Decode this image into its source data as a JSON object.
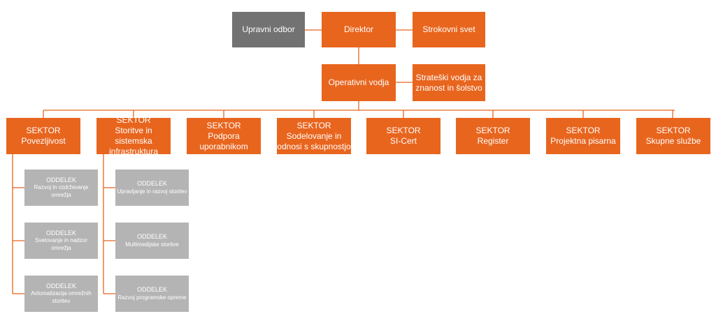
{
  "colors": {
    "orange": "#E8651E",
    "dark_grey": "#727272",
    "light_grey": "#B4B4B4",
    "connector": "#E8651E"
  },
  "top": {
    "upravni_odbor": "Upravni odbor",
    "direktor": "Direktor",
    "strokovni_svet": "Strokovni svet"
  },
  "second": {
    "operativni_vodja": "Operativni vodja",
    "strateski_vodja_line1": "Strateški vodja za",
    "strateski_vodja_line2": "znanost in šolstvo"
  },
  "sectors": [
    {
      "kicker": "SEKTOR",
      "line1": "Povezljivost",
      "line2": ""
    },
    {
      "kicker": "SEKTOR",
      "line1": "Storitve in sistemska",
      "line2": "infrastruktura"
    },
    {
      "kicker": "SEKTOR",
      "line1": "Podpora",
      "line2": "uporabnikom"
    },
    {
      "kicker": "SEKTOR",
      "line1": "Sodelovanje in",
      "line2": "odnosi s skupnostjo"
    },
    {
      "kicker": "SEKTOR",
      "line1": "SI-Cert",
      "line2": ""
    },
    {
      "kicker": "SEKTOR",
      "line1": "Register",
      "line2": ""
    },
    {
      "kicker": "SEKTOR",
      "line1": "Projektna pisarna",
      "line2": ""
    },
    {
      "kicker": "SEKTOR",
      "line1": "Skupne službe",
      "line2": ""
    }
  ],
  "departments_povezljivost": [
    {
      "kicker": "ODDELEK",
      "line1": "Razvoj in vzdrževanje",
      "line2": "omrežja"
    },
    {
      "kicker": "ODDELEK",
      "line1": "Svetovanje in nadzor",
      "line2": "omrežja"
    },
    {
      "kicker": "ODDELEK",
      "line1": "Avtomatizacija omrežnih",
      "line2": "storitev"
    }
  ],
  "departments_storitve": [
    {
      "kicker": "ODDELEK",
      "line1": "Upravljanje in razvoj storitev",
      "line2": ""
    },
    {
      "kicker": "ODDELEK",
      "line1": "Multimedijske storitve",
      "line2": ""
    },
    {
      "kicker": "ODDELEK",
      "line1": "Razvoj programske opreme",
      "line2": ""
    }
  ]
}
